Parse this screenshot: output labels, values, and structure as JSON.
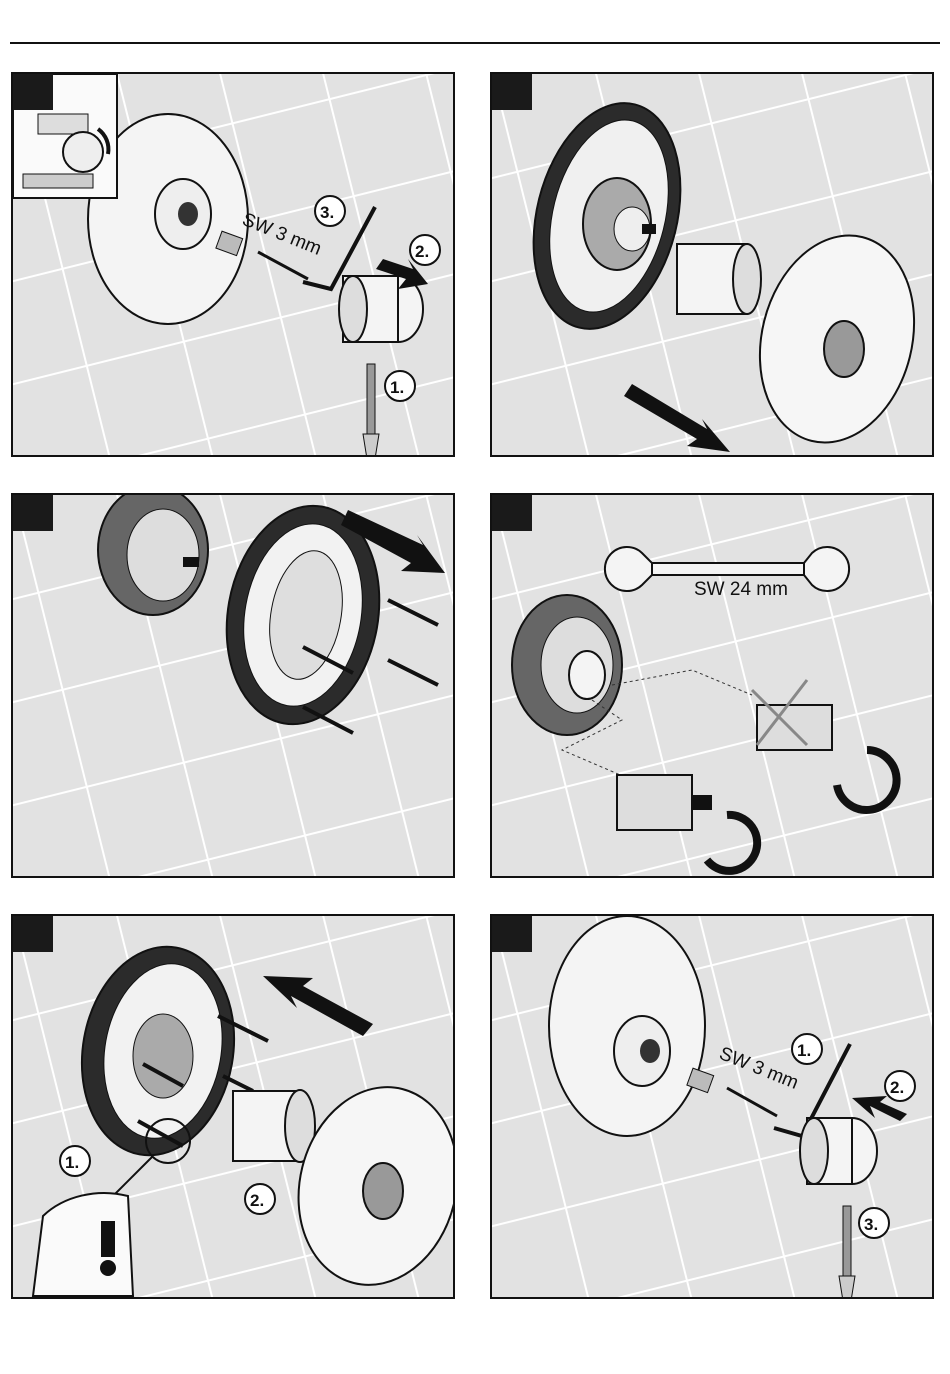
{
  "panels": [
    {
      "id": "p1",
      "labels": {
        "wrench": "SW 3 mm",
        "s1": "1.",
        "s2": "2.",
        "s3": "3."
      }
    },
    {
      "id": "p2",
      "labels": {}
    },
    {
      "id": "p3",
      "labels": {}
    },
    {
      "id": "p4",
      "labels": {
        "wrench": "SW 24 mm"
      }
    },
    {
      "id": "p5",
      "labels": {
        "s1": "1.",
        "s2": "2."
      }
    },
    {
      "id": "p6",
      "labels": {
        "wrench": "SW 3 mm",
        "s1": "1.",
        "s2": "2.",
        "s3": "3."
      }
    }
  ]
}
